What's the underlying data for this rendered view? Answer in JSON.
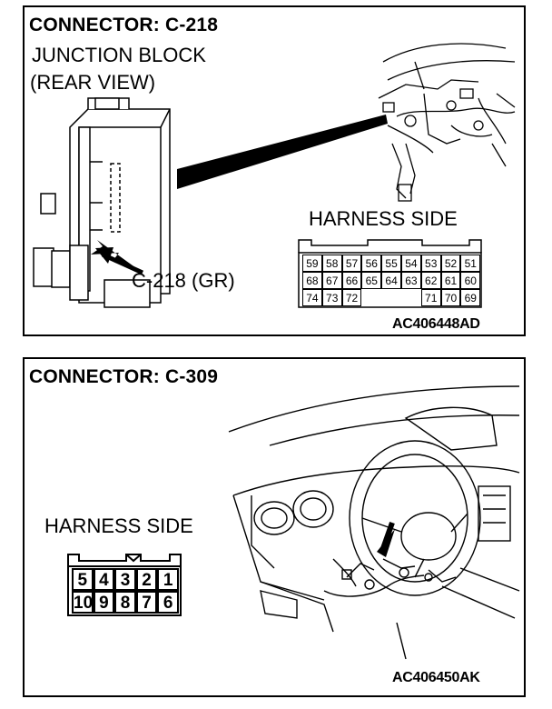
{
  "panel1": {
    "title": "CONNECTOR: C-218",
    "component_line1": "JUNCTION BLOCK",
    "component_line2": "(REAR VIEW)",
    "connector_label": "C-218 (GR)",
    "harness_side": "HARNESS SIDE",
    "pins_row1": [
      "59",
      "58",
      "57",
      "56",
      "55",
      "54",
      "53",
      "52",
      "51"
    ],
    "pins_row2": [
      "68",
      "67",
      "66",
      "65",
      "64",
      "63",
      "62",
      "61",
      "60"
    ],
    "pins_row3": [
      "74",
      "73",
      "72",
      "",
      "",
      "",
      "71",
      "70",
      "69"
    ],
    "code": "AC406448AD"
  },
  "panel2": {
    "title": "CONNECTOR: C-309",
    "harness_side": "HARNESS SIDE",
    "pins_row1": [
      "5",
      "4",
      "3",
      "2",
      "1"
    ],
    "pins_row2": [
      "10",
      "9",
      "8",
      "7",
      "6"
    ],
    "code": "AC406450AK"
  }
}
